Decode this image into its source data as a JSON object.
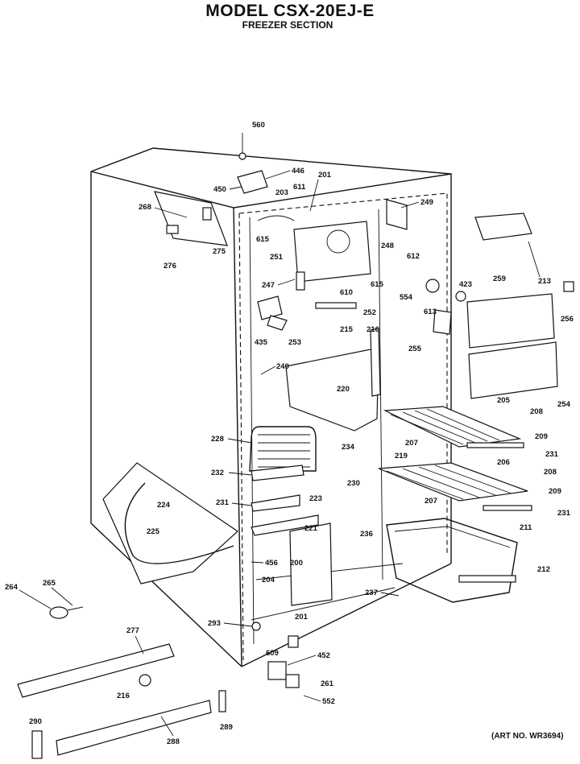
{
  "header": {
    "title": "MODEL CSX-20EJ-E",
    "subtitle": "FREEZER SECTION"
  },
  "footer": {
    "art_number": "(ART NO. WR3694)"
  },
  "part_labels": [
    "560",
    "446",
    "450",
    "201",
    "203",
    "611",
    "268",
    "615",
    "251",
    "249",
    "248",
    "612",
    "275",
    "276",
    "247",
    "610",
    "615",
    "554",
    "423",
    "259",
    "213",
    "256",
    "252",
    "613",
    "435",
    "253",
    "215",
    "216",
    "255",
    "254",
    "240",
    "220",
    "205",
    "208",
    "209",
    "228",
    "234",
    "219",
    "207",
    "231",
    "232",
    "230",
    "206",
    "208",
    "209",
    "224",
    "231",
    "223",
    "207",
    "231",
    "225",
    "221",
    "211",
    "236",
    "456",
    "200",
    "212",
    "204",
    "264",
    "265",
    "237",
    "201",
    "293",
    "277",
    "609",
    "452",
    "261",
    "216",
    "552",
    "289",
    "290",
    "288"
  ]
}
